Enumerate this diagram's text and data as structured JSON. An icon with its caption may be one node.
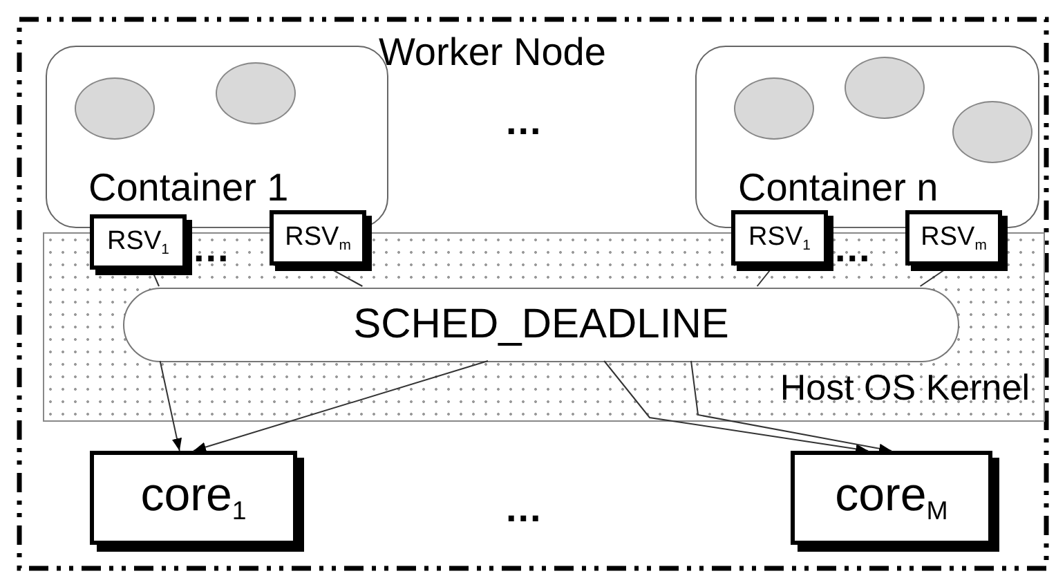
{
  "diagram": {
    "nodes": [
      {
        "text": [
          "Worker Node"
        ]
      },
      {
        "text": [
          "Container 1"
        ],
        "in": 0
      },
      {
        "text": [],
        "shape": "circle",
        "in": 1
      },
      {
        "text": [],
        "shape": "circle",
        "in": 1
      },
      {
        "text": [
          "Container n"
        ],
        "in": 0
      },
      {
        "text": [],
        "shape": "circle",
        "in": 4
      },
      {
        "text": [],
        "shape": "circle",
        "in": 4
      },
      {
        "text": [],
        "shape": "circle",
        "in": 4
      },
      {
        "text": [
          "Host OS Kernel"
        ],
        "in": 0
      },
      {
        "text": [
          "RSV$_{1}$"
        ],
        "in": 0
      },
      {
        "text": [
          "RSV$_{m}$"
        ],
        "in": 0
      },
      {
        "text": [
          "RSV$_{1}$"
        ],
        "in": 0
      },
      {
        "text": [
          "RSV$_{m}$"
        ],
        "in": 0
      },
      {
        "text": [
          "SCHED_DEADLINE"
        ],
        "in": 8
      },
      {
        "text": [
          "core$_{1}$"
        ],
        "in": 0
      },
      {
        "text": [
          "core$_{M}$"
        ],
        "in": 0
      }
    ],
    "edges": [
      {
        "from": 9,
        "to": 13,
        "arrow": "none"
      },
      {
        "from": 10,
        "to": 13,
        "arrow": "none"
      },
      {
        "from": 11,
        "to": 13,
        "arrow": "none"
      },
      {
        "from": 12,
        "to": 13,
        "arrow": "none"
      },
      {
        "from": 13,
        "to": 14,
        "arrow": "to"
      },
      {
        "from": 13,
        "to": 14,
        "arrow": "to"
      },
      {
        "from": 13,
        "to": 15,
        "arrow": "to"
      },
      {
        "from": 13,
        "to": 15,
        "arrow": "to"
      }
    ],
    "labels": [
      "...",
      "...",
      "...",
      "..."
    ]
  }
}
